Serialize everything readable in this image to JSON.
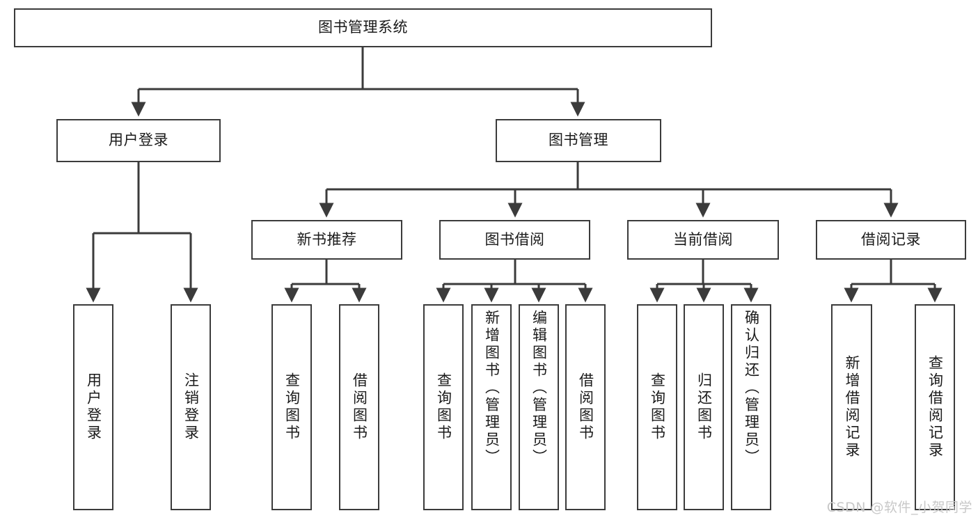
{
  "diagram": {
    "title": "图书管理系统",
    "type": "hierarchy-tree",
    "root": {
      "label": "图书管理系统"
    },
    "level2": [
      {
        "label": "用户登录"
      },
      {
        "label": "图书管理"
      }
    ],
    "level3": [
      {
        "label": "新书推荐"
      },
      {
        "label": "图书借阅"
      },
      {
        "label": "当前借阅"
      },
      {
        "label": "借阅记录"
      }
    ],
    "leaves": {
      "user_login": [
        {
          "label": "用户登录"
        },
        {
          "label": "注销登录"
        }
      ],
      "new_book": [
        {
          "label": "查询图书"
        },
        {
          "label": "借阅图书"
        }
      ],
      "book_borrow": [
        {
          "label": "查询图书"
        },
        {
          "label": "新增图书（管理员）"
        },
        {
          "label": "编辑图书（管理员）"
        },
        {
          "label": "借阅图书"
        }
      ],
      "current_borrow": [
        {
          "label": "查询图书"
        },
        {
          "label": "归还图书"
        },
        {
          "label": "确认归还（管理员）"
        }
      ],
      "borrow_record": [
        {
          "label": "新增借阅记录"
        },
        {
          "label": "查询借阅记录"
        }
      ]
    }
  },
  "watermark": {
    "text": "CSDN @软件_小贺同学"
  },
  "colors": {
    "stroke": "#3b3b3b",
    "fill": "#ffffff",
    "text": "#1a1a1a",
    "watermark": "#c8c8c8"
  }
}
